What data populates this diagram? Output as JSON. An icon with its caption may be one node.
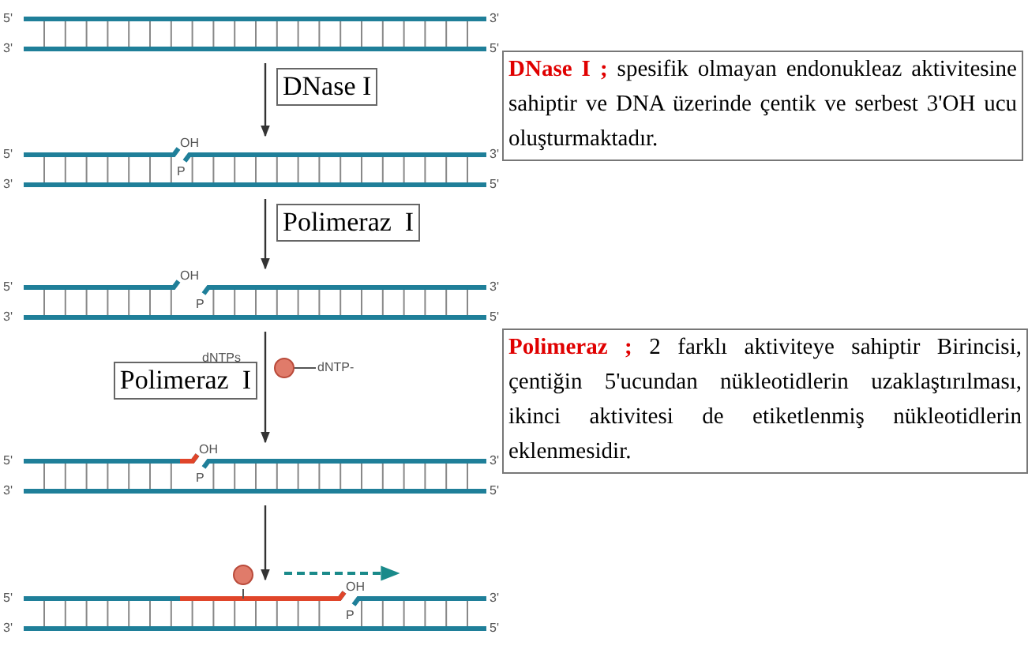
{
  "diagram": {
    "nodes": [
      {
        "text": [
          "5'",
          "3'",
          "3'",
          "5'"
        ]
      },
      {
        "text": [
          "5'",
          "3'",
          "3'",
          "5'",
          "OH",
          "P"
        ]
      },
      {
        "text": [
          "5'",
          "3'",
          "3'",
          "5'",
          "OH",
          "P"
        ]
      },
      {
        "text": [
          "5'",
          "3'",
          "3'",
          "5'",
          "OH",
          "P"
        ]
      },
      {
        "text": [
          "5'",
          "3'",
          "3'",
          "5'",
          "OH",
          "P"
        ]
      },
      {
        "text": [
          "**DNase I ;** spesifik olmayan endonukleaz aktivitesine sahiptir ve DNA üzerinde çentik ve serbest 3'OH ucu oluşturmaktadır."
        ]
      },
      {
        "text": [
          "**Polimeraz ;** 2 farklı aktiviteye sahiptir Birincisi, çentiğin 5'ucundan nükleotidlerin uzaklaştırılması, ikinci aktivitesi de etiketlenmiş nükleotidlerin eklenmesidir."
        ]
      }
    ],
    "edges": [
      {
        "from": 0,
        "to": 1,
        "arrow": "to",
        "label": "DNase I"
      },
      {
        "from": 1,
        "to": 2,
        "arrow": "to",
        "label": "Polimeraz  I"
      },
      {
        "from": 2,
        "to": 3,
        "arrow": "to",
        "label": "Polimeraz  I"
      },
      {
        "from": 3,
        "to": 4,
        "arrow": "to"
      }
    ],
    "labels": [
      "dNTPs",
      "dNTP-"
    ]
  }
}
